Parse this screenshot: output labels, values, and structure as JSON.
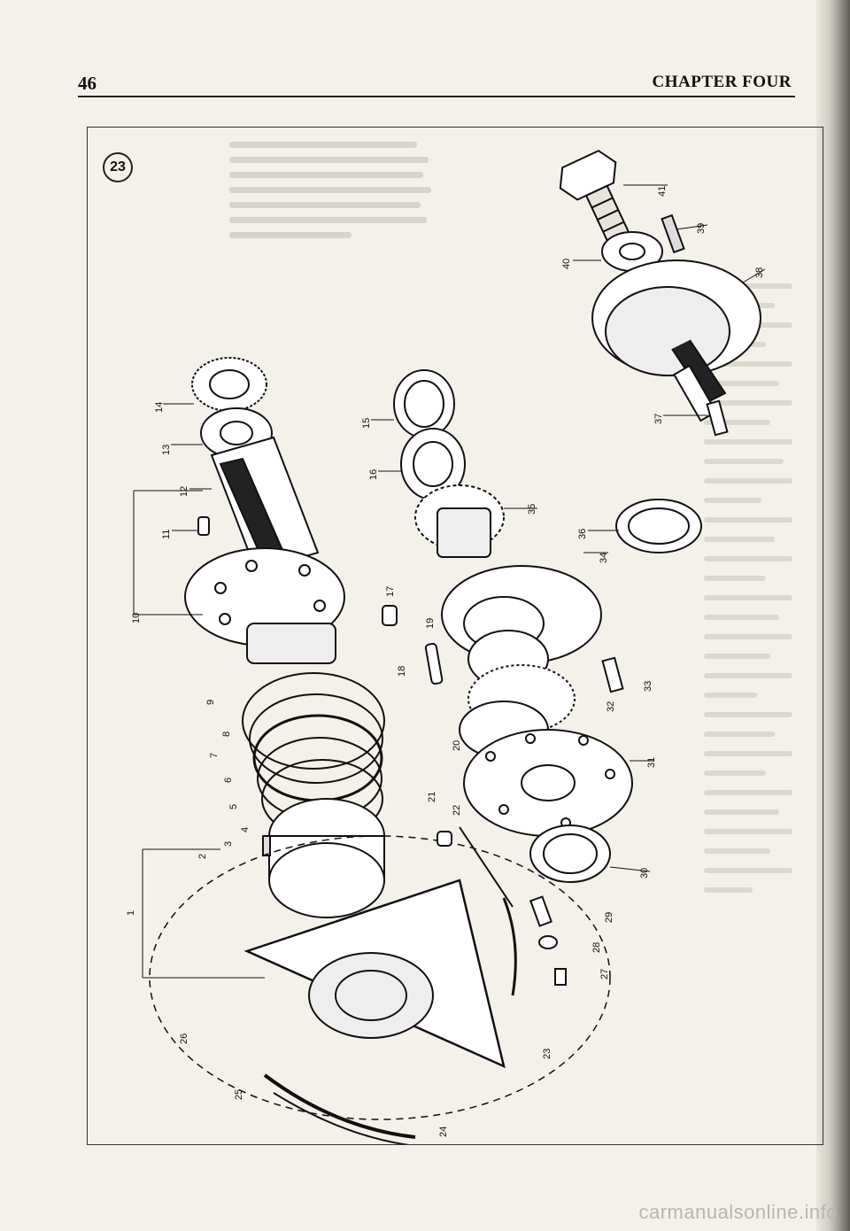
{
  "header": {
    "page_number": "46",
    "chapter_title": "CHAPTER FOUR"
  },
  "figure": {
    "number": "23",
    "callouts": [
      "1",
      "2",
      "3",
      "4",
      "5",
      "6",
      "7",
      "8",
      "9",
      "10",
      "11",
      "12",
      "13",
      "14",
      "15",
      "16",
      "17",
      "18",
      "19",
      "20",
      "21",
      "22",
      "23",
      "24",
      "25",
      "26",
      "27",
      "28",
      "29",
      "30",
      "31",
      "32",
      "33",
      "34",
      "35",
      "36",
      "37",
      "38",
      "39",
      "40",
      "41"
    ]
  },
  "watermark": "carmanualsonline.info"
}
